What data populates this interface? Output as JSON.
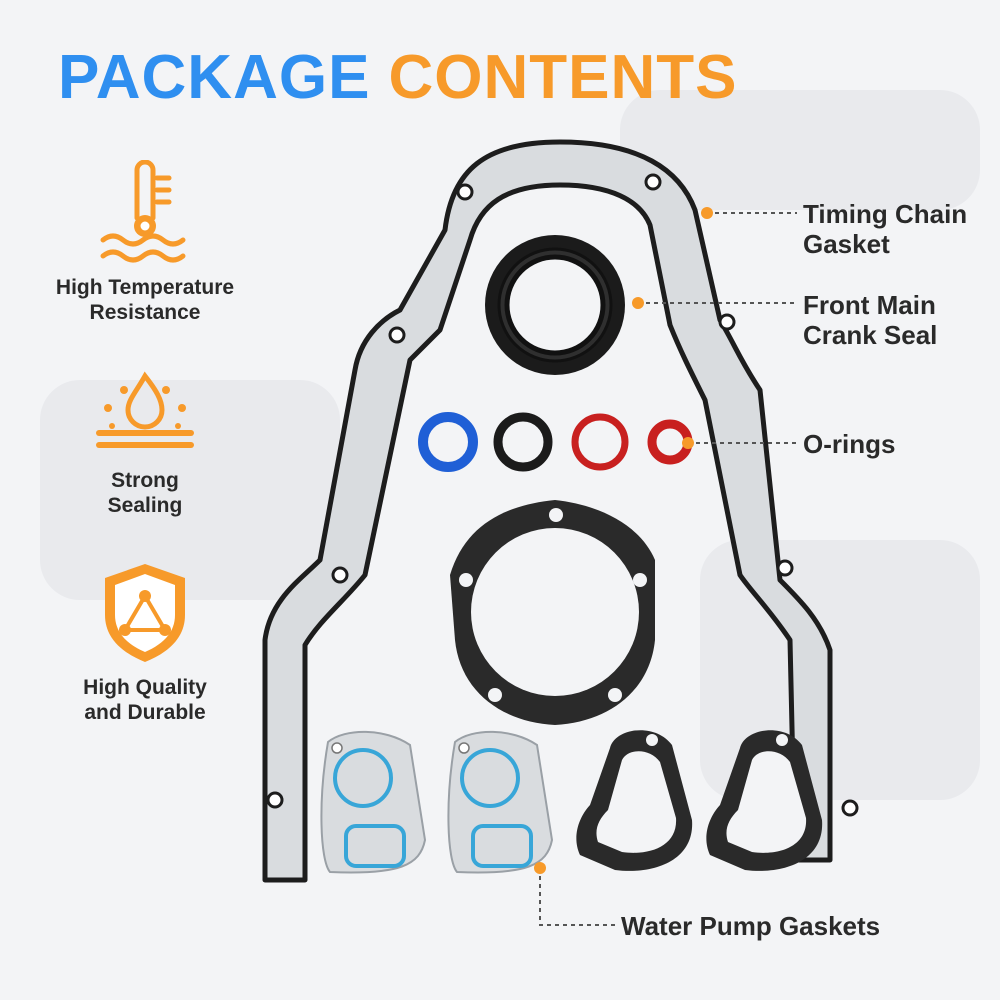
{
  "header": {
    "title_part1": "PACKAGE",
    "title_part2": "CONTENTS"
  },
  "colors": {
    "blue": "#2f8ff0",
    "orange": "#f79a2a",
    "ring_blue": "#1f5fd6",
    "ring_red": "#c8201f",
    "seal_blue": "#38a6d8"
  },
  "features": [
    {
      "icon": "thermometer-icon",
      "label": "High Temperature\nResistance"
    },
    {
      "icon": "sealing-icon",
      "label": "Strong\nSealing"
    },
    {
      "icon": "shield-icon",
      "label": "High Quality\nand Durable"
    }
  ],
  "callouts": {
    "timing_chain": "Timing Chain\nGasket",
    "crank_seal": "Front Main\nCrank Seal",
    "o_rings": "O-rings",
    "water_pump": "Water Pump Gaskets"
  }
}
